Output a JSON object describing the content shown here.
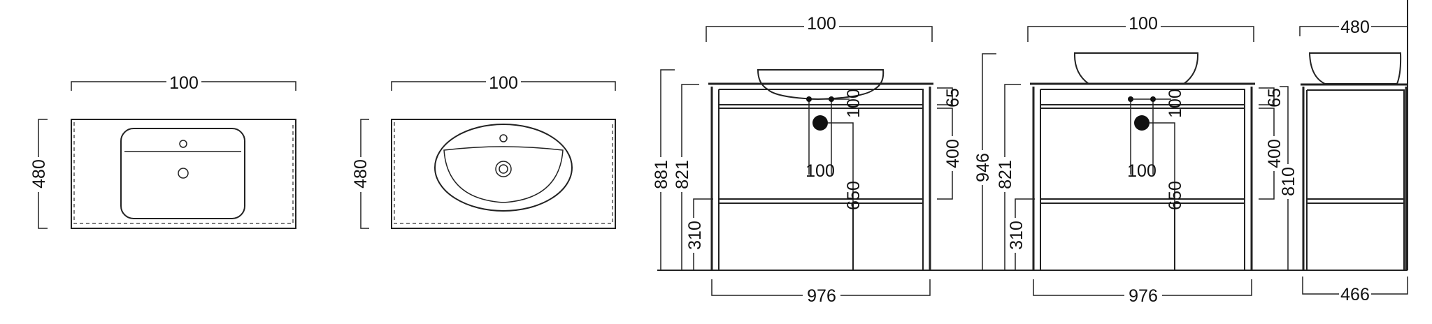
{
  "top_view_1": {
    "width": "100",
    "depth": "480"
  },
  "top_view_2": {
    "width": "100",
    "depth": "480"
  },
  "front_view_1": {
    "top_width": "100",
    "total_height": "881",
    "cabinet_height": "821",
    "leg_height": "310",
    "tap_spacing": "100",
    "waste_offset": "100",
    "waste_height": "650",
    "top_rail": "65",
    "drawer_height": "400",
    "bottom_width": "976"
  },
  "front_view_2": {
    "top_width": "100",
    "total_height": "946",
    "cabinet_height": "821",
    "leg_height": "310",
    "tap_spacing": "100",
    "waste_offset": "100",
    "waste_height": "650",
    "top_rail": "65",
    "drawer_height": "400",
    "bottom_width": "976"
  },
  "side_view": {
    "top_depth": "480",
    "cabinet_height": "810",
    "bottom_depth": "466"
  }
}
